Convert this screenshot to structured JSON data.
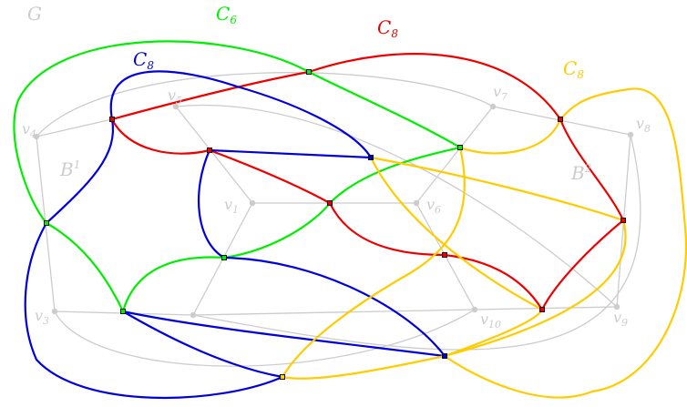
{
  "colors": {
    "graph": "#cccccc",
    "green": "#00ee00",
    "red": "#ee0000",
    "blue": "#0000dd",
    "yellow": "#ffcc00"
  },
  "labels": {
    "graph_name": "G",
    "cycle_green": {
      "base": "C",
      "sub": "6"
    },
    "cycle_red": {
      "base": "C",
      "sub": "8"
    },
    "cycle_blue": {
      "base": "C",
      "sub": "8"
    },
    "cycle_yellow": {
      "base": "C",
      "sub": "8"
    },
    "face_left": {
      "base": "B",
      "sup": "1"
    },
    "face_right": {
      "base": "B",
      "sup": "2"
    },
    "v1": {
      "base": "v",
      "sub": "1"
    },
    "v3": {
      "base": "v",
      "sub": "3"
    },
    "v4": {
      "base": "v",
      "sub": "4"
    },
    "v5": {
      "base": "v",
      "sub": "5"
    },
    "v6": {
      "base": "v",
      "sub": "6"
    },
    "v7": {
      "base": "v",
      "sub": "7"
    },
    "v8": {
      "base": "v",
      "sub": "8"
    },
    "v9": {
      "base": "v",
      "sub": "9"
    },
    "v10": {
      "base": "v",
      "sub": "10"
    }
  }
}
